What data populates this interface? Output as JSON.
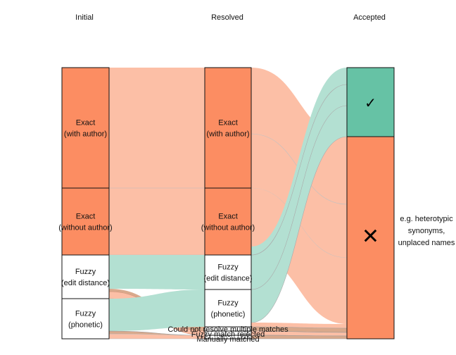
{
  "axes": [
    "Initial",
    "Resolved",
    "Accepted"
  ],
  "colors": {
    "orange": "#fc8d62",
    "green": "#66c2a5",
    "orange_flow": "#fcbfa6",
    "green_flow": "#b3e0d2",
    "orange_flow_dark": "#d9a98c",
    "stroke": "#111111"
  },
  "nodes": {
    "initial": [
      {
        "label": [
          "Exact",
          "(with author)"
        ],
        "color": "orange"
      },
      {
        "label": [
          "Exact",
          "(without author)"
        ],
        "color": "orange"
      },
      {
        "label": [
          "Fuzzy",
          "(edit distance)"
        ],
        "color": "white"
      },
      {
        "label": [
          "Fuzzy",
          "(phonetic)"
        ],
        "color": "white"
      }
    ],
    "resolved": [
      {
        "label": [
          "Exact",
          "(with author)"
        ],
        "color": "orange"
      },
      {
        "label": [
          "Exact",
          "(without author)"
        ],
        "color": "orange"
      },
      {
        "label": [
          "Fuzzy",
          "(edit distance)"
        ],
        "color": "white"
      },
      {
        "label": [
          "Fuzzy",
          "(phonetic)"
        ],
        "color": "white"
      },
      {
        "label": [
          "Could not resolve multiple matches"
        ],
        "color": "white"
      },
      {
        "label": [
          "Fuzzy match rejected"
        ],
        "color": "white"
      },
      {
        "label": [
          "Manually matched"
        ],
        "color": "white"
      }
    ],
    "accepted": [
      {
        "label": [
          "✓"
        ],
        "color": "green",
        "icon": "check-icon"
      },
      {
        "label": [
          "✕"
        ],
        "color": "orange",
        "icon": "cross-icon"
      }
    ]
  },
  "annotation": [
    "e.g. heterotypic",
    "synonyms,",
    "unplaced names"
  ]
}
